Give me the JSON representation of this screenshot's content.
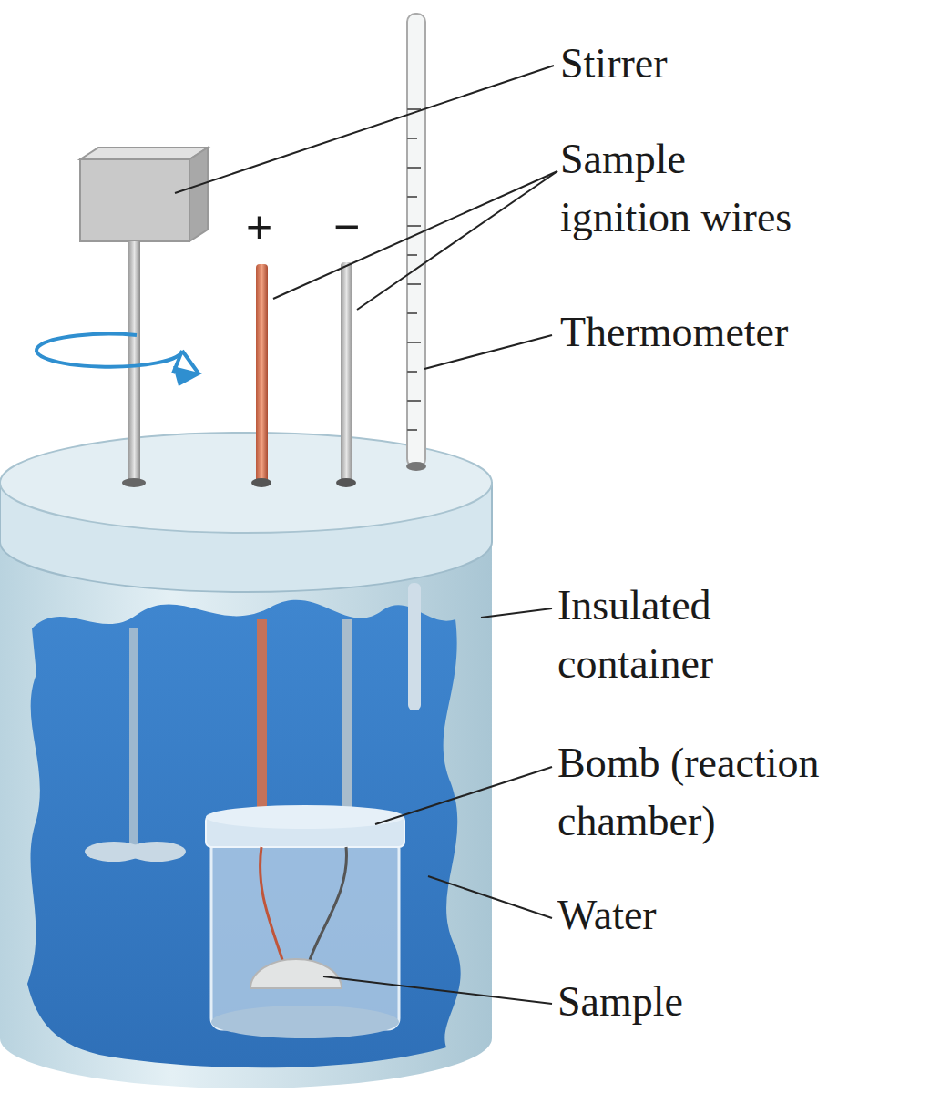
{
  "diagram": {
    "labels": [
      "+",
      "−",
      "Stirrer",
      "Sample ignition wires",
      "Thermometer",
      "Insulated container",
      "Bomb (reaction chamber)",
      "Water",
      "Sample"
    ]
  }
}
